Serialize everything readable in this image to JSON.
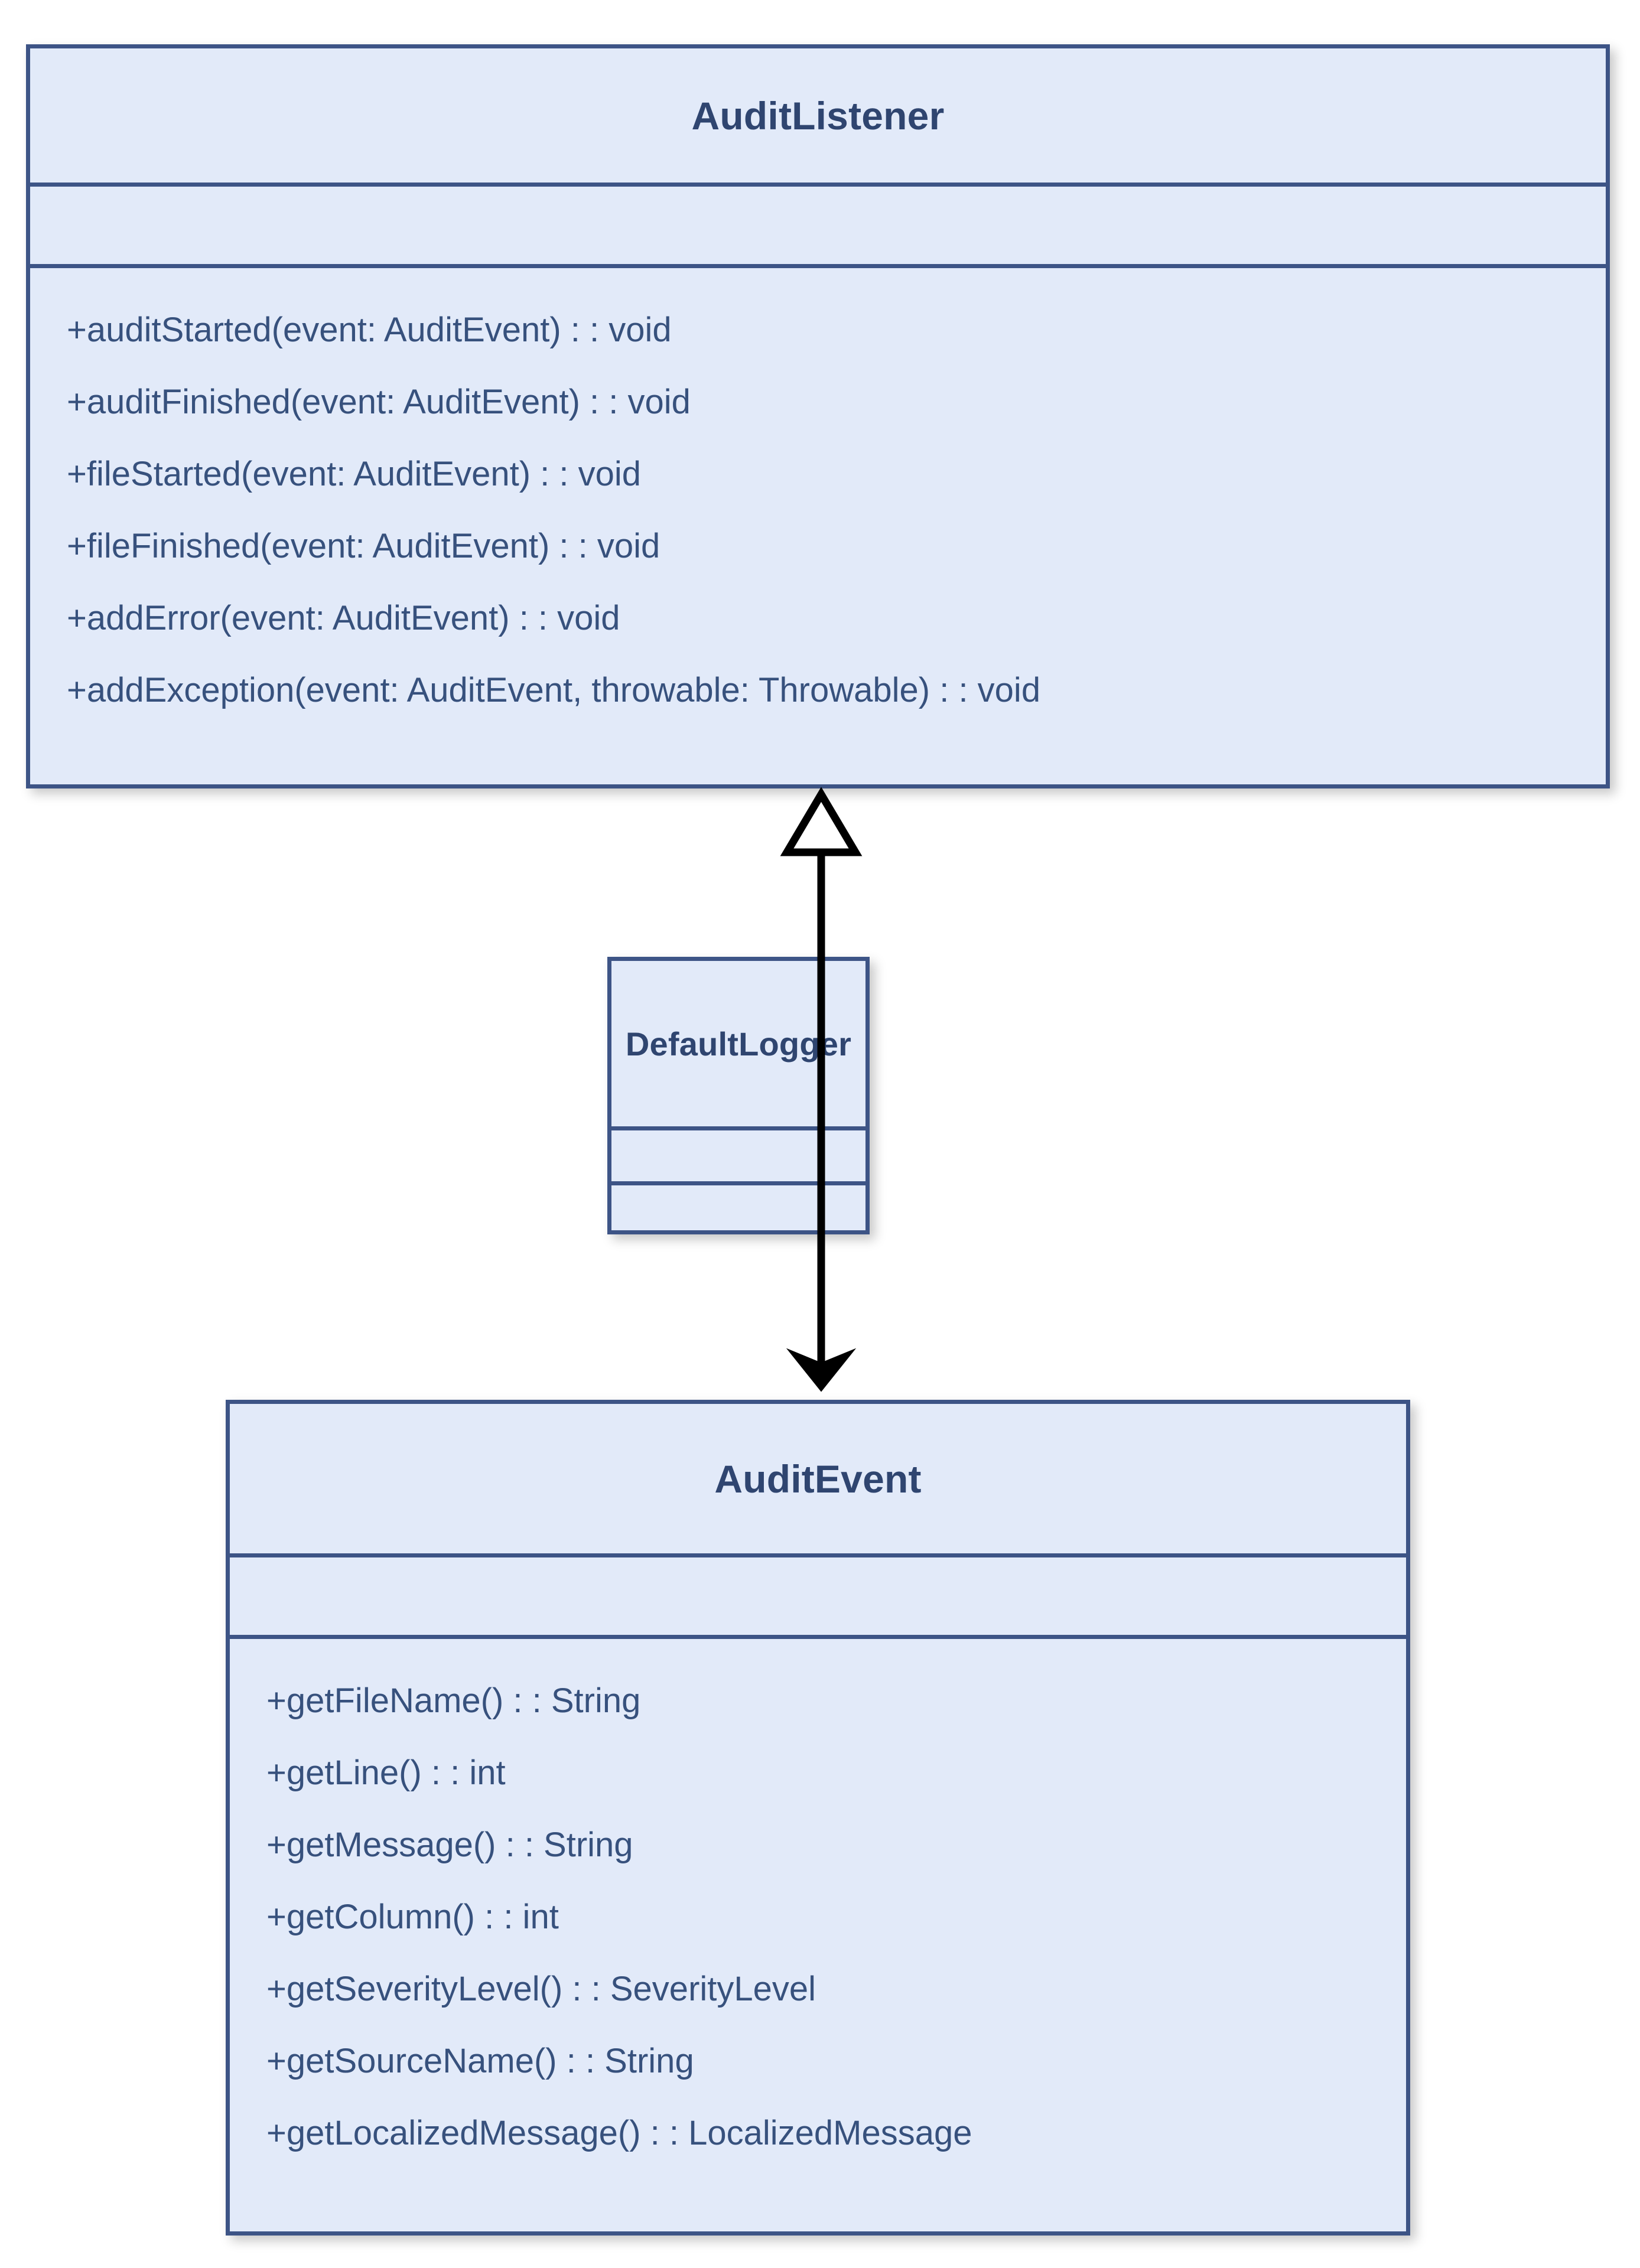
{
  "diagram": {
    "type": "uml-class-diagram",
    "colors": {
      "class_fill": "#e2eaf9",
      "class_border": "#3d5486",
      "title_text": "#2f4570",
      "member_text": "#37517d",
      "connector": "#000000",
      "background": "#ffffff"
    },
    "classes": [
      {
        "id": "audit-listener",
        "name": "AuditListener",
        "attributes": [],
        "methods": [
          "+auditStarted(event: AuditEvent) : : void",
          "+auditFinished(event: AuditEvent) : : void",
          "+fileStarted(event: AuditEvent) : : void",
          "+fileFinished(event: AuditEvent) : : void",
          "+addError(event: AuditEvent) : : void",
          "+addException(event: AuditEvent, throwable: Throwable) : : void"
        ]
      },
      {
        "id": "default-logger",
        "name": "DefaultLogger",
        "attributes": [],
        "methods": []
      },
      {
        "id": "audit-event",
        "name": "AuditEvent",
        "attributes": [],
        "methods": [
          "+getFileName() : : String",
          "+getLine() : : int",
          "+getMessage() : : String",
          "+getColumn() : : int",
          "+getSeverityLevel() : : SeverityLevel",
          "+getSourceName() : : String",
          "+getLocalizedMessage() : : LocalizedMessage"
        ]
      }
    ],
    "relationships": [
      {
        "id": "generalization",
        "from": "DefaultLogger",
        "to": "AuditListener",
        "arrow": "hollow-triangle",
        "line": "solid"
      },
      {
        "id": "association",
        "from": "DefaultLogger",
        "to": "AuditEvent",
        "arrow": "filled-arrowhead",
        "line": "solid"
      }
    ]
  }
}
